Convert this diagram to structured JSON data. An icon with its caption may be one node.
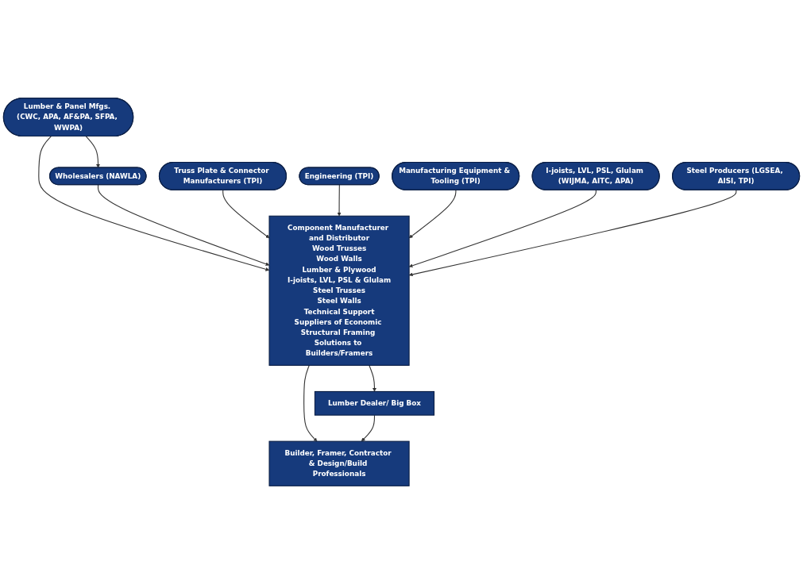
{
  "diagram": {
    "nodes": [
      {
        "text": [
          "Lumber & Panel Mfgs. (CWC, APA, AF&PA, SFPA, WWPA)"
        ]
      },
      {
        "text": [
          "Truss Plate & Connector Manufacturers (TPI)"
        ]
      },
      {
        "text": [
          "Manufacturing Equipment & Tooling (TPI)"
        ]
      },
      {
        "text": [
          "Engineering (TPI)"
        ]
      },
      {
        "text": [
          "I-joists, LVL, PSL, Glulam (WIJMA, AITC, APA)"
        ]
      },
      {
        "text": [
          "Steel Producers (LGSEA, AISI, TPI)"
        ]
      },
      {
        "text": [
          "Wholesalers (NAWLA)"
        ]
      },
      {
        "text": [
          "Component Manufacturer and Distributor",
          "Wood Trusses",
          "Wood Walls",
          "Lumber & Plywood",
          "I-joists, LVL, PSL & Glulam",
          "Steel Trusses",
          "Steel Walls",
          "Technical Support",
          "Suppliers of Economic Structural Framing Solutions to Builders/Framers"
        ]
      },
      {
        "text": [
          "Lumber Dealer/ Big Box"
        ]
      },
      {
        "text": [
          "Builder, Framer, Contractor & Design/Build Professionals"
        ]
      }
    ],
    "edges": [
      {
        "from": 0,
        "to": 7,
        "arrow": "to"
      },
      {
        "from": 0,
        "to": 6,
        "arrow": "to"
      },
      {
        "from": 6,
        "to": 7,
        "arrow": "to"
      },
      {
        "from": 1,
        "to": 7,
        "arrow": "to"
      },
      {
        "from": 3,
        "to": 7,
        "arrow": "to"
      },
      {
        "from": 2,
        "to": 7,
        "arrow": "to"
      },
      {
        "from": 4,
        "to": 7,
        "arrow": "to"
      },
      {
        "from": 5,
        "to": 7,
        "arrow": "to"
      },
      {
        "from": 7,
        "to": 9,
        "arrow": "to"
      },
      {
        "from": 7,
        "to": 8,
        "arrow": "to"
      },
      {
        "from": 8,
        "to": 9,
        "arrow": "to"
      }
    ]
  }
}
